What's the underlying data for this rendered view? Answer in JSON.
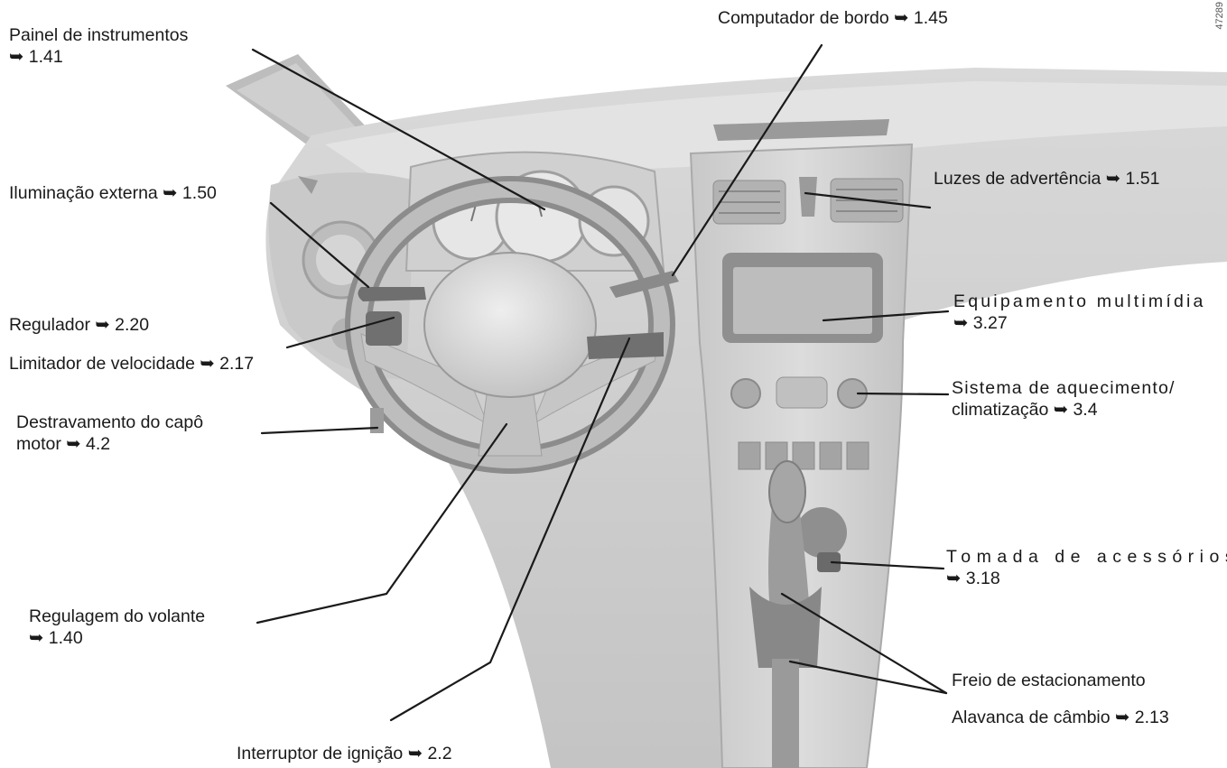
{
  "figure_code": "47289",
  "labels": {
    "painel": {
      "line1": "Painel de instrumentos",
      "line2": "➥ 1.41"
    },
    "computador": {
      "text": "Computador de bordo ➥ 1.45"
    },
    "iluminacao": {
      "text": "Iluminação externa ➥ 1.50"
    },
    "luzes": {
      "text": "Luzes de advertência ➥ 1.51"
    },
    "regulador": {
      "text": "Regulador ➥ 2.20"
    },
    "limitador": {
      "text": "Limitador de velocidade ➥ 2.17"
    },
    "multimidia": {
      "line1": "Equipamento multimídia",
      "line2": "➥ 3.27"
    },
    "aquecimento": {
      "line1": "Sistema de aquecimento/",
      "line2": "climatização ➥ 3.4"
    },
    "capo": {
      "line1": "Destravamento do capô",
      "line2": "motor ➥ 4.2"
    },
    "tomada": {
      "line1": "Tomada de acessórios",
      "line2": "➥ 3.18"
    },
    "volante": {
      "line1": "Regulagem do volante",
      "line2": "➥ 1.40"
    },
    "freio": {
      "text": "Freio de estacionamento"
    },
    "alavanca": {
      "text": "Alavanca de câmbio ➥ 2.13"
    },
    "ignicao": {
      "text": "Interruptor de ignição ➥ 2.2"
    }
  }
}
